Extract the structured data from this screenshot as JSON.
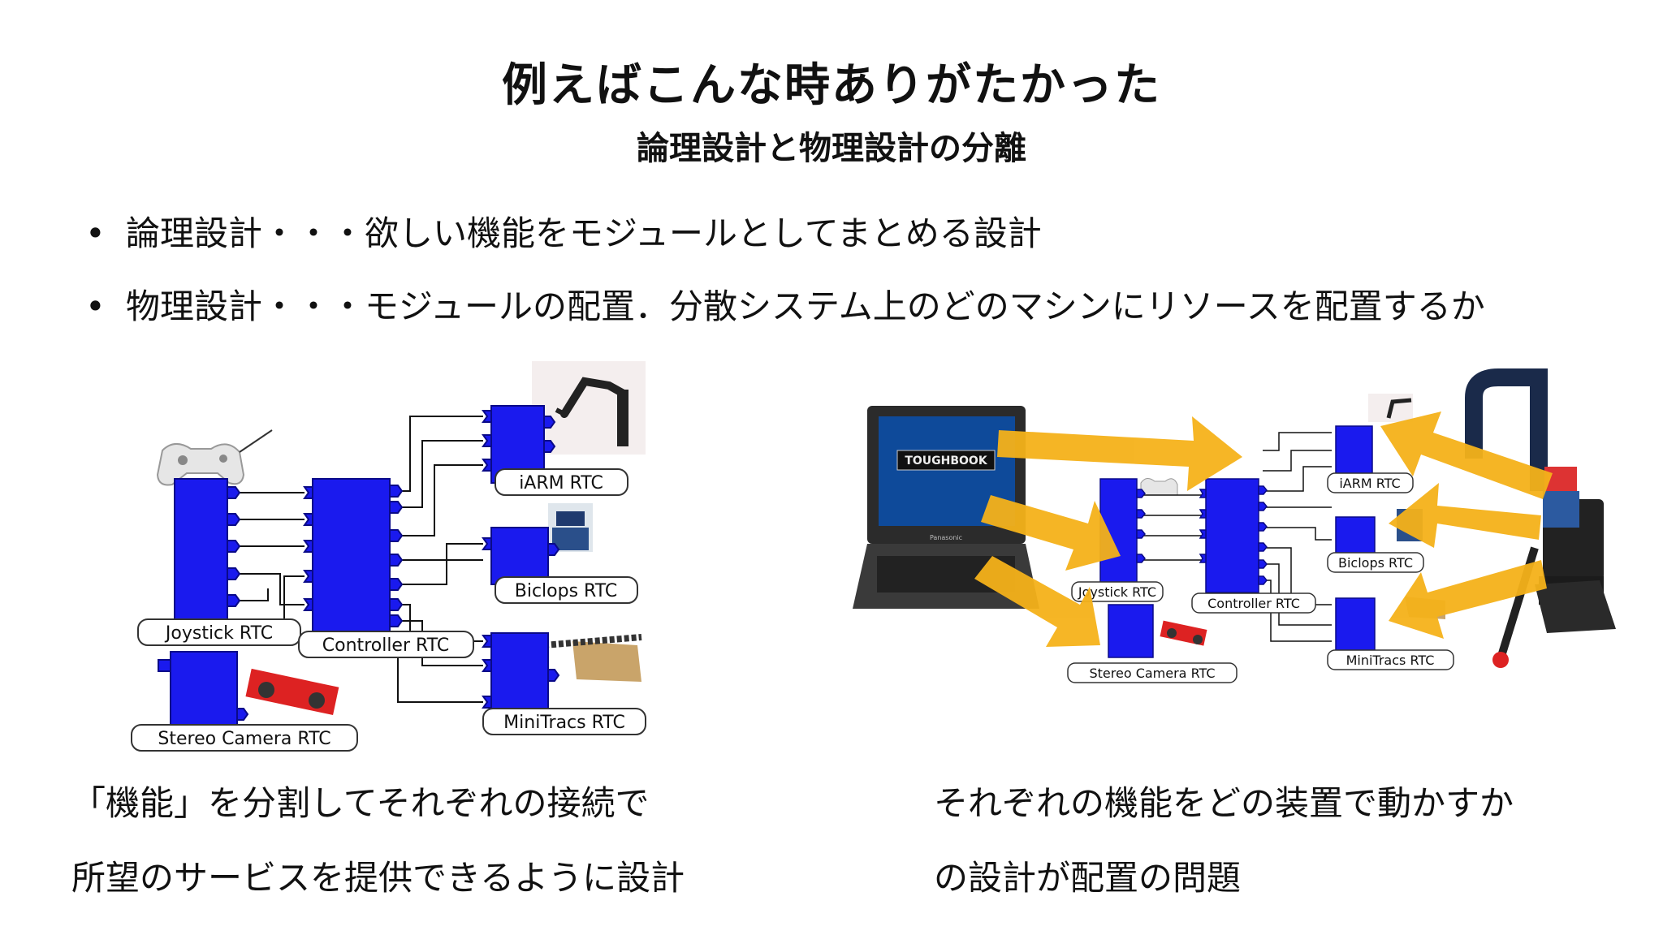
{
  "slide": {
    "title": "例えばこんな時ありがたかった",
    "subtitle": "論理設計と物理設計の分離",
    "bullets": [
      {
        "marker": "•",
        "text": "論理設計・・・欲しい機能をモジュールとしてまとめる設計"
      },
      {
        "marker": "•",
        "text": "物理設計・・・モジュールの配置．分散システム上のどのマシンにリソースを配置するか"
      }
    ]
  },
  "left_diagram": {
    "labels": {
      "joystick": "Joystick RTC",
      "controller": "Controller RTC",
      "iarm": "iARM RTC",
      "biclops": "Biclops RTC",
      "minitracs": "MiniTracs RTC",
      "stereo": "Stereo Camera RTC"
    }
  },
  "right_diagram": {
    "laptop_brand": "TOUGHBOOK",
    "laptop_maker": "Panasonic",
    "labels": {
      "joystick": "Joystick RTC",
      "controller": "Controller RTC",
      "iarm": "iARM RTC",
      "biclops": "Biclops RTC",
      "minitracs": "MiniTracs RTC",
      "stereo": "Stereo Camera RTC"
    }
  },
  "captions": {
    "left_line1": "「機能」を分割してそれぞれの接続で",
    "left_line2": "所望のサービスを提供できるように設計",
    "right_line1": "それぞれの機能をどの装置で動かすか",
    "right_line2": "の設計が配置の問題"
  },
  "colors": {
    "rtc_block": "#1a1aee",
    "arrow": "#f5b21a",
    "line": "#111111"
  }
}
